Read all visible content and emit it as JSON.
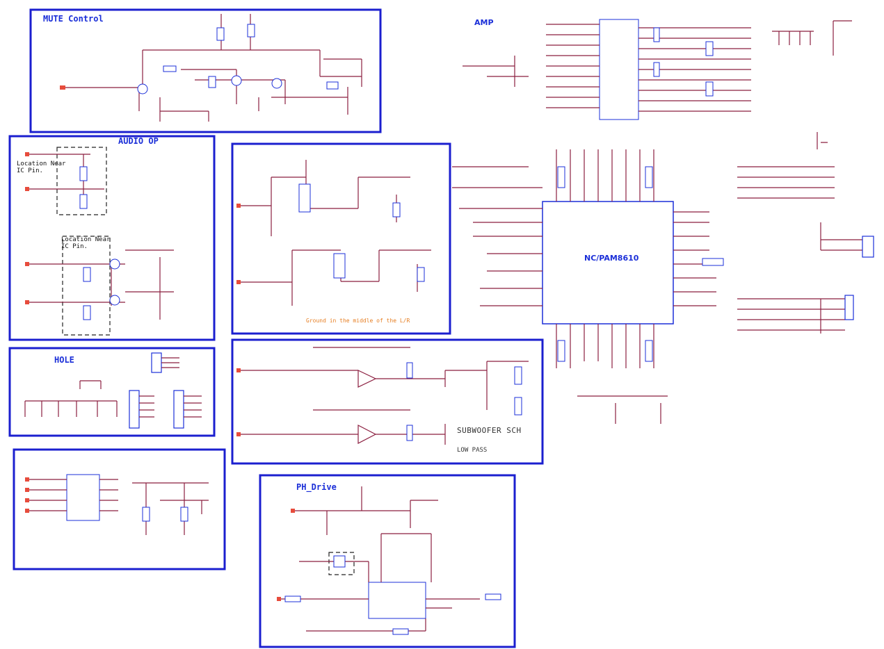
{
  "blocks": {
    "mute_control": "MUTE Control",
    "amp": "AMP",
    "audio_op": "AUDIO OP",
    "hole": "HOLE",
    "ph_drive": "PH_Drive"
  },
  "notes": {
    "location_near_1a": "Location Near",
    "location_near_1b": "IC Pin.",
    "location_near_2a": "Location Near",
    "location_near_2b": "IC Pin.",
    "ground_note": "Ground in the middle of the L/R",
    "subwoofer": "SUBWOOFER SCH",
    "lowpass": "LOW PASS"
  },
  "chip": {
    "name": "NC/PAM8610"
  },
  "colors": {
    "frame": "#1b1fcf",
    "wire": "#8b1e3f",
    "pin": "#e74c3c",
    "component": "#1b2fd8",
    "note_orange": "#e67e22"
  }
}
